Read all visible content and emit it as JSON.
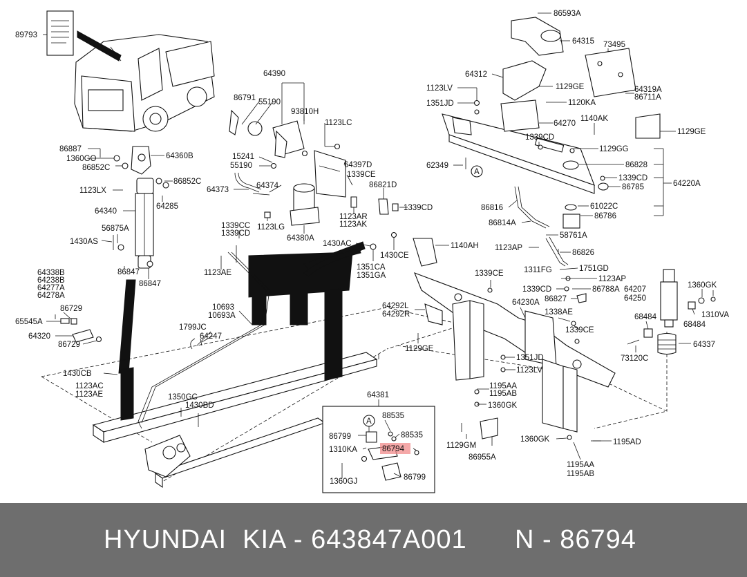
{
  "footer": {
    "brand": "HYUNDAI  KIA",
    "separator1": " - ",
    "part_number": "643847A001",
    "gap": "      ",
    "n_label": "N",
    "separator2": " - ",
    "ref_number": "86794"
  },
  "colors": {
    "footer_bg": "#6e6e6e",
    "footer_text": "#ffffff",
    "highlight": "#f28b8b",
    "line": "#111111"
  },
  "labels": {
    "l89793": "89793",
    "l86887": "86887",
    "l1360GO": "1360GO",
    "l86852C_a": "86852C",
    "l64360B": "64360B",
    "l1123LX": "1123LX",
    "l86852C_b": "86852C",
    "l64285": "64285",
    "l64340": "64340",
    "l56875A": "56875A",
    "l1430AS": "1430AS",
    "l86847_a": "86847",
    "l86847_b": "86847",
    "l64338B": "64338B",
    "l64238B": "64238B",
    "l64277A": "64277A",
    "l64278A": "64278A",
    "l86729_a": "86729",
    "l65545A": "65545A",
    "l64320": "64320",
    "l86729_b": "86729",
    "l1430CB": "1430CB",
    "l1123AC": "1123AC",
    "l1123AE_a": "1123AE",
    "l1350GC": "1350GC",
    "l1430BD": "1430BD",
    "l64390": "64390",
    "l86791": "86791",
    "l55190_a": "55190",
    "l93810H": "93810H",
    "l1123LC": "1123LC",
    "l15241": "15241",
    "l55190_b": "55190",
    "l64397D": "64397D",
    "l1339CE_a": "1339CE",
    "l64373": "64373",
    "l64374": "64374",
    "l86821D": "86821D",
    "l1339CD_a": "1339CD",
    "l1123AR": "1123AR",
    "l1123AK": "1123AK",
    "l1123LG": "1123LG",
    "l64380A": "64380A",
    "l1339CC": "1339CC",
    "l1339CD_b": "1339CD",
    "l1430AC": "1430AC",
    "l1430CE": "1430CE",
    "l1351CA": "1351CA",
    "l1351GA": "1351GA",
    "l1123AE_b": "1123AE",
    "l10693": "10693",
    "l10693A": "10693A",
    "l1799JC": "1799JC",
    "l64247": "64247",
    "l86593A": "86593A",
    "l64315": "64315",
    "l73495": "73495",
    "l64312": "64312",
    "l1123LV_a": "1123LV",
    "l1129GE_a": "1129GE",
    "l64319A": "64319A",
    "l86711A": "86711A",
    "l1351JD_a": "1351JD",
    "l1120KA": "1120KA",
    "l1140AK": "1140AK",
    "l64270": "64270",
    "l1129GE_b": "1129GE",
    "l1339CD_c": "1339CD",
    "l1129GG": "1129GG",
    "l62349": "62349",
    "lA_a": "A",
    "l86828": "86828",
    "l1339CD_d": "1339CD",
    "l86785": "86785",
    "l64220A": "64220A",
    "l86816": "86816",
    "l61022C": "61022C",
    "l86814A": "86814A",
    "l86786": "86786",
    "l58761A": "58761A",
    "l1140AH": "1140AH",
    "l1123AP_a": "1123AP",
    "l86826": "86826",
    "l1311FG": "1311FG",
    "l1751GD": "1751GD",
    "l1123AP_b": "1123AP",
    "l1339CE_b": "1339CE",
    "l1339CD_e": "1339CD",
    "l86788A": "86788A",
    "l86827": "86827",
    "l64207": "64207",
    "l64250": "64250",
    "l1360GK_a": "1360GK",
    "l64230A": "64230A",
    "l1338AE": "1338AE",
    "l1310VA": "1310VA",
    "l64292L": "64292L",
    "l64292R": "64292R",
    "l1339CE_c": "1339CE",
    "l68484_a": "68484",
    "l68484_b": "68484",
    "l1129GE_c": "1129GE",
    "l64337": "64337",
    "l1351JD_b": "1351JD",
    "l73120C": "73120C",
    "l1123LV_b": "1123LV",
    "l1195AA_a": "1195AA",
    "l1195AB_a": "1195AB",
    "l1360GK_b": "1360GK",
    "l1129GM": "1129GM",
    "l86955A": "86955A",
    "l1360GK_c": "1360GK",
    "l1195AD": "1195AD",
    "l1195AA_b": "1195AA",
    "l1195AB_b": "1195AB",
    "l64381": "64381",
    "lA_b": "A",
    "l88535_a": "88535",
    "l86799_a": "86799",
    "l88535_b": "88535",
    "l1310KA": "1310KA",
    "l86794": "86794",
    "l1360GJ": "1360GJ",
    "l86799_b": "86799"
  }
}
